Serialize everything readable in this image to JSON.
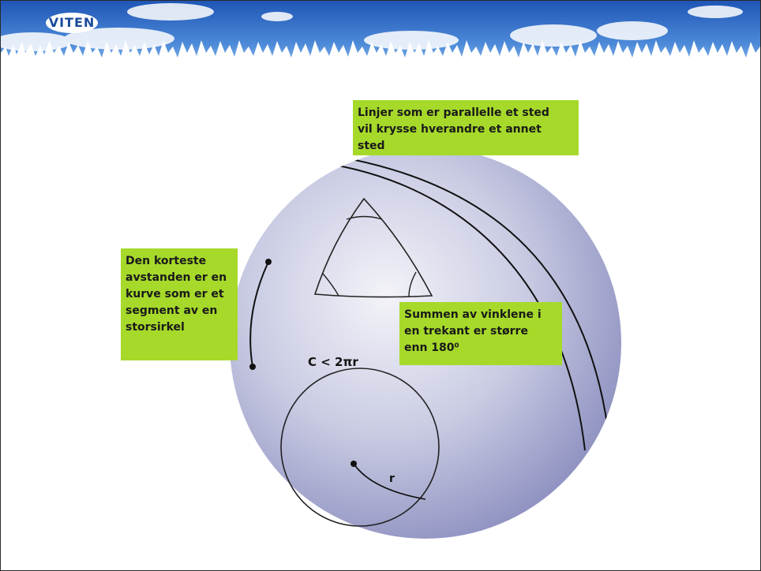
{
  "logo": {
    "text": "VITEN"
  },
  "notes": {
    "parallel": "Linjer som er parallelle et sted\nvil krysse hverandre et annet\nsted",
    "shortest": "Den korteste\navstanden er en\nkurve som er et\nsegment av en\nstorsirkel",
    "angles": "Summen av vinklene i\nen trekant er  større\nenn 180⁰"
  },
  "labels": {
    "circumference": "C < 2πr",
    "radius": "r"
  },
  "colors": {
    "sphere_light": "#f3f3f8",
    "sphere_mid": "#c9cbe3",
    "sphere_dark": "#9194c2",
    "note_green": "#a6d92a",
    "sky_top": "#1f56b6",
    "sky_bottom": "#7db3ec"
  }
}
